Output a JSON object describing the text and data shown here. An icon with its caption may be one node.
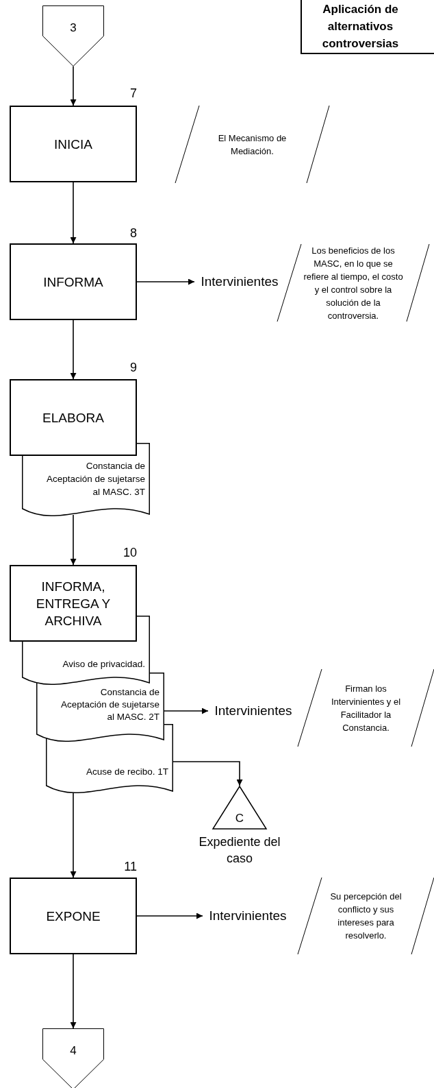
{
  "diagram": {
    "nodes": [
      {
        "text": [
          "Aplicación de alternativos controversias"
        ]
      },
      {
        "text": [
          "3"
        ]
      },
      {
        "text": [
          "INICIA"
        ],
        "beside": [
          "7"
        ]
      },
      {
        "text": [
          "El Mecanismo de Mediación."
        ]
      },
      {
        "text": [
          "INFORMA"
        ],
        "beside": [
          "8"
        ]
      },
      {
        "text": [
          "Intervinientes"
        ]
      },
      {
        "text": [
          "Los beneficios de los MASC, en lo que se refiere al tiempo, el costo y  el control sobre la solución de la controversia."
        ]
      },
      {
        "text": [
          "ELABORA"
        ],
        "beside": [
          "9"
        ]
      },
      {
        "text": [
          "Constancia de Aceptación de sujetarse al MASC. 3T"
        ]
      },
      {
        "text": [
          "INFORMA, ENTREGA Y ARCHIVA"
        ],
        "beside": [
          "10"
        ]
      },
      {
        "text": [
          "Aviso de privacidad."
        ]
      },
      {
        "text": [
          "Constancia de Aceptación de sujetarse al MASC. 2T"
        ]
      },
      {
        "text": [
          "Acuse de recibo. 1T"
        ]
      },
      {
        "text": [
          "Intervinientes"
        ]
      },
      {
        "text": [
          "Firman los Intervinientes y el Facilitador la Constancia."
        ]
      },
      {
        "text": [
          "C"
        ],
        "beside": [
          "Expediente del caso"
        ]
      },
      {
        "text": [
          "EXPONE"
        ],
        "beside": [
          "11"
        ]
      },
      {
        "text": [
          "Intervinientes"
        ]
      },
      {
        "text": [
          "Su percepción del conflicto y sus intereses para resolverlo."
        ]
      },
      {
        "text": [
          "4"
        ]
      }
    ],
    "edges": [
      {
        "from": 1,
        "to": 2,
        "arrow": "to"
      },
      {
        "from": 2,
        "to": 4,
        "arrow": "to"
      },
      {
        "from": 4,
        "to": 5,
        "arrow": "to"
      },
      {
        "from": 4,
        "to": 7,
        "arrow": "to"
      },
      {
        "from": 8,
        "to": 9,
        "arrow": "to"
      },
      {
        "from": 11,
        "to": 13,
        "arrow": "to"
      },
      {
        "from": 12,
        "to": 15,
        "arrow": "to"
      },
      {
        "from": 12,
        "to": 16,
        "arrow": "to"
      },
      {
        "from": 16,
        "to": 17,
        "arrow": "to"
      },
      {
        "from": 16,
        "to": 19,
        "arrow": "to"
      }
    ]
  }
}
